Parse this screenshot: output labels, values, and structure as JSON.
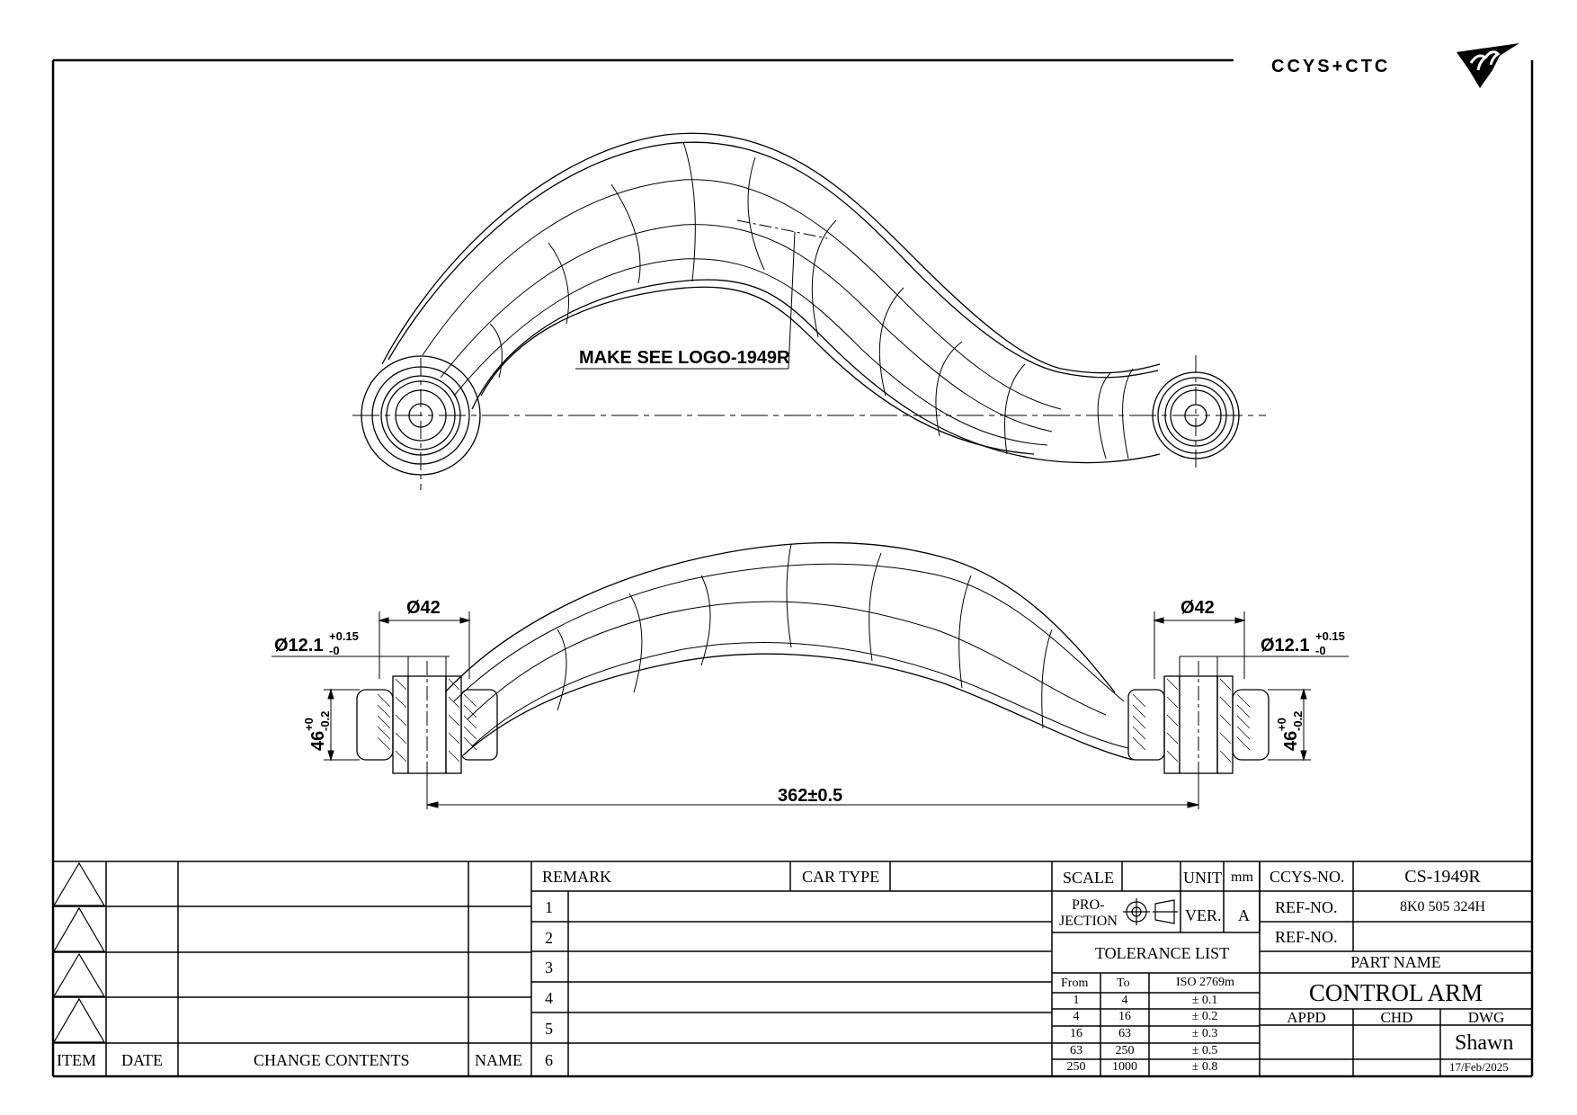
{
  "logo": {
    "text": "CCYS+CTC"
  },
  "drawing": {
    "logo_note": "MAKE SEE LOGO-1949R",
    "dim_bore_left": "Ø42",
    "dim_bore_right": "Ø42",
    "dim_hole_left_base": "Ø12.1",
    "dim_hole_left_upper": "+0.15",
    "dim_hole_left_lower": "-0",
    "dim_hole_right_base": "Ø12.1",
    "dim_hole_right_upper": "+0.15",
    "dim_hole_right_lower": "-0",
    "dim_width_left_base": "46",
    "dim_width_left_upper": "+0",
    "dim_width_left_lower": "-0.2",
    "dim_width_right_base": "46",
    "dim_width_right_upper": "+0",
    "dim_width_right_lower": "-0.2",
    "dim_length": "362±0.5"
  },
  "revision_table": {
    "headers": {
      "item": "ITEM",
      "date": "DATE",
      "contents": "CHANGE CONTENTS",
      "name": "NAME"
    }
  },
  "remark_table": {
    "remark_label": "REMARK",
    "car_type_label": "CAR TYPE",
    "rows": [
      "1",
      "2",
      "3",
      "4",
      "5",
      "6"
    ]
  },
  "spec": {
    "scale_label": "SCALE",
    "unit_label": "UNIT",
    "unit_value": "mm",
    "projection_label_1": "PRO-",
    "projection_label_2": "JECTION",
    "ver_label": "VER.",
    "ver_value": "A",
    "tolerance_title": "TOLERANCE LIST",
    "tol_headers": {
      "from": "From",
      "to": "To",
      "iso": "ISO 2769m"
    },
    "tol_rows": [
      {
        "from": "1",
        "to": "4",
        "tol": "± 0.1"
      },
      {
        "from": "4",
        "to": "16",
        "tol": "± 0.2"
      },
      {
        "from": "16",
        "to": "63",
        "tol": "± 0.3"
      },
      {
        "from": "63",
        "to": "250",
        "tol": "± 0.5"
      },
      {
        "from": "250",
        "to": "1000",
        "tol": "± 0.8"
      }
    ]
  },
  "title_block": {
    "ccys_no_label": "CCYS-NO.",
    "ccys_no_value": "CS-1949R",
    "ref_no_label_1": "REF-NO.",
    "ref_no_value_1": "8K0 505 324H",
    "ref_no_label_2": "REF-NO.",
    "ref_no_value_2": "",
    "part_name_label": "PART NAME",
    "part_name_value": "CONTROL ARM",
    "appd_label": "APPD",
    "chd_label": "CHD",
    "dwg_label": "DWG",
    "dwg_value": "Shawn",
    "date_value": "17/Feb/2025"
  }
}
